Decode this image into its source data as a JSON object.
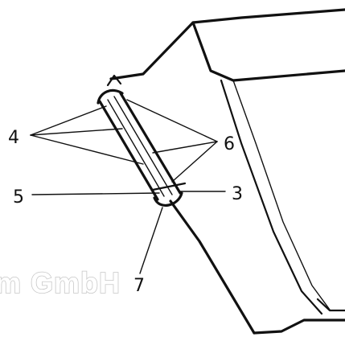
{
  "callouts": {
    "part_3": "3",
    "part_4": "4",
    "part_5": "5",
    "part_6": "6",
    "part_7": "7"
  },
  "watermark": {
    "text": "m GmbH"
  },
  "colors": {
    "ink": "#111111",
    "paper": "#ffffff",
    "watermark_outline": "#c7c7c7"
  }
}
